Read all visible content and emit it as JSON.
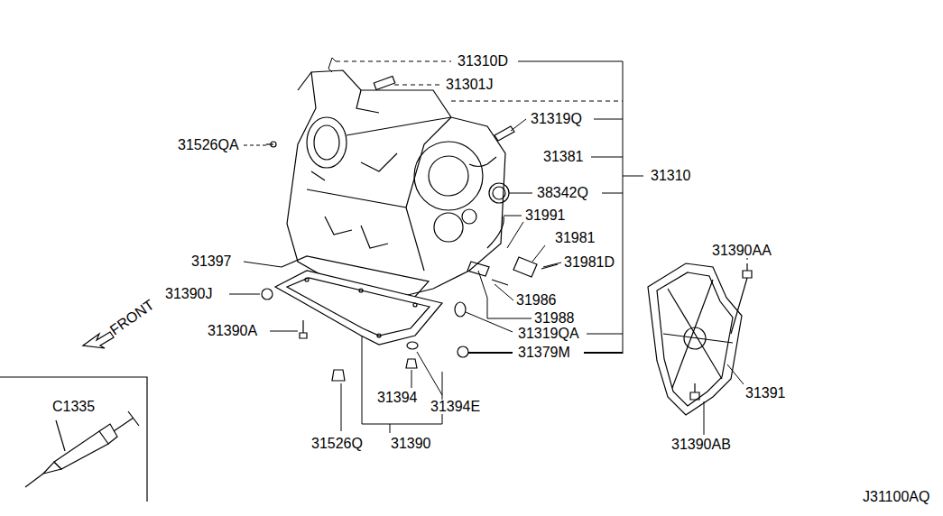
{
  "diagram": {
    "labels": [
      "31310D",
      "31301J",
      "31319Q",
      "31526QA",
      "31381",
      "31310",
      "38342Q",
      "31991",
      "31981",
      "31390AA",
      "31981D",
      "31397",
      "31390J",
      "31986",
      "31988",
      "31390A",
      "31319QA",
      "FRONT",
      "31379M",
      "31391",
      "C1335",
      "31394",
      "31394E",
      "31526Q",
      "31390",
      "31390AB",
      "J31100AQ"
    ]
  }
}
